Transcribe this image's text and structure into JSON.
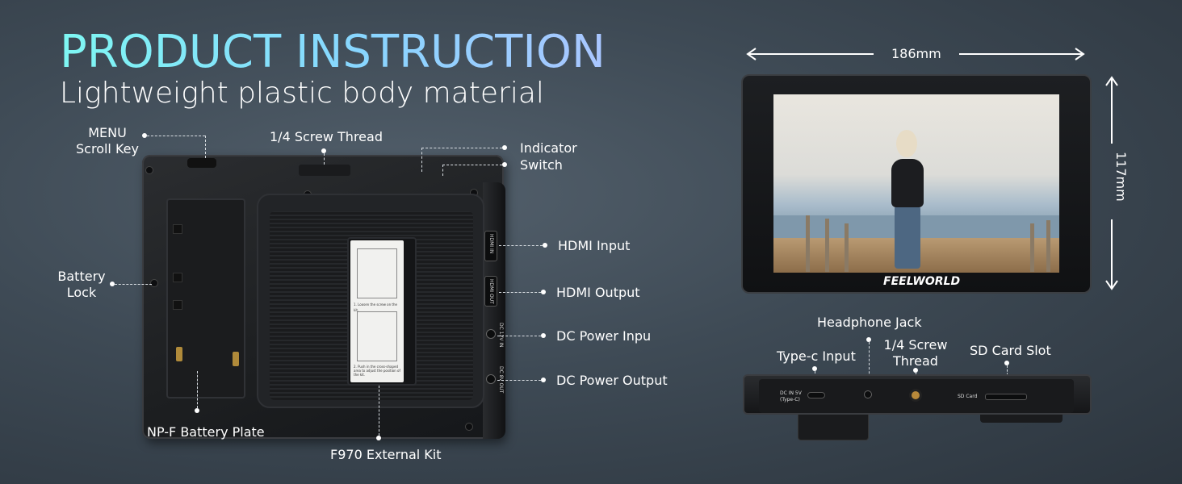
{
  "header": {
    "title": "PRODUCT INSTRUCTION",
    "subtitle": "Lightweight plastic body material"
  },
  "back_view": {
    "labels": {
      "menu_line1": "MENU",
      "menu_line2": "Scroll Key",
      "screw_thread": "1/4 Screw Thread",
      "indicator": "Indicator",
      "switch": "Switch",
      "battery_lock_line1": "Battery",
      "battery_lock_line2": "Lock",
      "hdmi_input": "HDMI Input",
      "hdmi_output": "HDMI Output",
      "dc_power_input": "DC Power Inpu",
      "dc_power_output": "DC Power Output",
      "battery_plate": "NP-F Battery Plate",
      "external_kit": "F970 External Kit"
    },
    "port_prints": {
      "hdmi_in": "HDMI IN",
      "hdmi_out": "HDMI OUT",
      "dc_in": "DC 12V IN",
      "dc_out": "DC 8V OUT"
    },
    "kit_sticker": {
      "step1": "1. Loosen the screw on the kit.",
      "step2": "2. Push in the cross-shaped area to adjust the position of the kit."
    }
  },
  "front_view": {
    "width_dim": "186mm",
    "height_dim": "117mm",
    "brand": "FEELWORLD"
  },
  "bottom_view": {
    "labels": {
      "headphone_jack": "Headphone Jack",
      "type_c_input": "Type-c Input",
      "screw_thread_line1": "1/4 Screw",
      "screw_thread_line2": "Thread",
      "sd_card_slot": "SD Card Slot"
    },
    "port_prints": {
      "dc_in_line1": "DC IN 5V",
      "dc_in_line2": "(Type-C)",
      "sd_card": "SD Card"
    }
  },
  "colors": {
    "title_gradient_start": "#7ef7f3",
    "title_gradient_end": "#a9c6ff",
    "background": "#3e4a55"
  }
}
